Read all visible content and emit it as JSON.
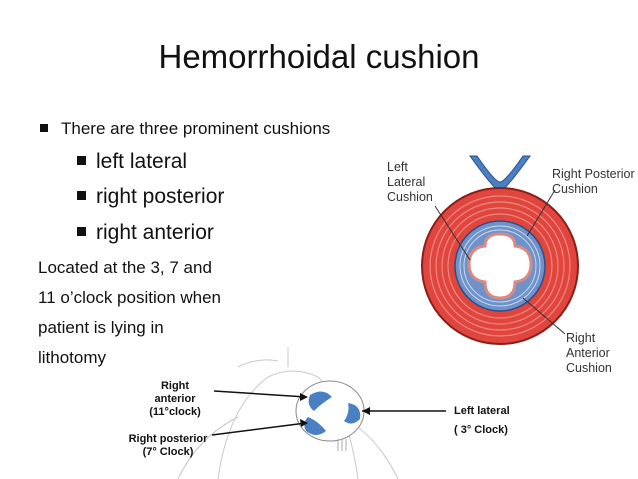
{
  "slide": {
    "title": "Hemorrhoidal cushion",
    "bullet": "There are three prominent cushions",
    "sub_bullets": [
      "left lateral",
      "right posterior",
      "right anterior"
    ],
    "paragraph_lines": [
      "Located at the 3, 7 and",
      "11 o’clock position when",
      "patient is lying in",
      "lithotomy"
    ]
  },
  "top_diagram": {
    "label_left": [
      "Left",
      "Lateral",
      "Cushion"
    ],
    "label_right_posterior": [
      "Right Posterior",
      "Cushion"
    ],
    "label_right_anterior": [
      "Right",
      "Anterior",
      "Cushion"
    ]
  },
  "bottom_diagram": {
    "right_anterior": [
      "Right",
      "anterior",
      "(11°clock)"
    ],
    "right_posterior": [
      "Right posterior",
      "(7° Clock)"
    ],
    "left_lateral": [
      "Left lateral",
      "( 3° Clock)"
    ]
  },
  "colors": {
    "muscle_red": "#e0453e",
    "cushion_blue": "#4a7fc4",
    "arrow_blue": "#2b5fb0"
  }
}
